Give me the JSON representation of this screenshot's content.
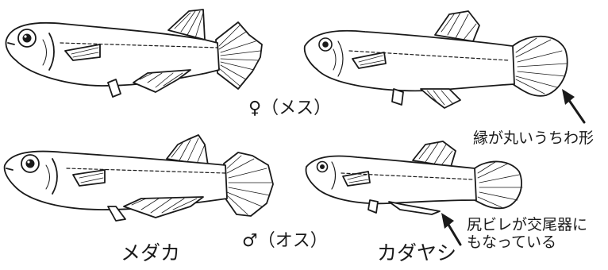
{
  "labels": {
    "female": "♀（メス）",
    "male": "♂（オス）",
    "medaka": "メダカ",
    "kadayashi": "カダヤシ"
  },
  "notes": {
    "tail_shape": "縁が丸いうちわ形",
    "anal_fin_line1": "尻ビレが交尾器に",
    "anal_fin_line2": "もなっている"
  },
  "colors": {
    "ink": "#1a1a1a",
    "paper": "#ffffff"
  }
}
